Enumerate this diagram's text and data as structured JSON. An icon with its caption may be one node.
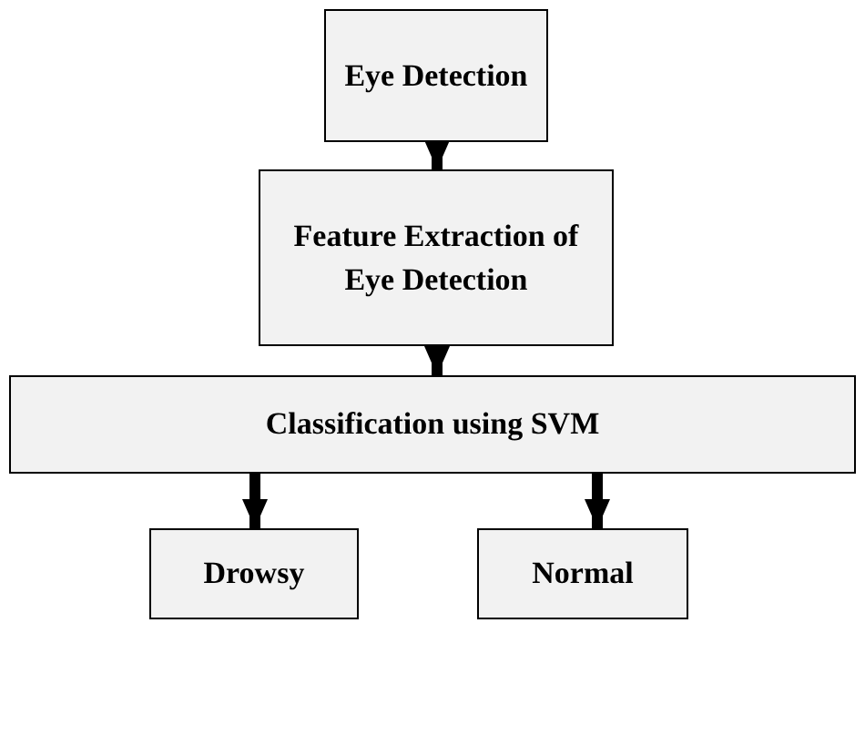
{
  "diagram": {
    "nodes": [
      {
        "text": [
          "Eye Detection"
        ]
      },
      {
        "text": [
          "Feature Extraction of Eye Detection"
        ]
      },
      {
        "text": [
          "Classification using SVM"
        ]
      },
      {
        "text": [
          "Drowsy"
        ]
      },
      {
        "text": [
          "Normal"
        ]
      }
    ],
    "edges": [
      {
        "from": 0,
        "to": 1,
        "arrow": "to"
      },
      {
        "from": 1,
        "to": 2,
        "arrow": "to"
      },
      {
        "from": 2,
        "to": 3,
        "arrow": "to"
      },
      {
        "from": 2,
        "to": 4,
        "arrow": "to"
      }
    ]
  }
}
